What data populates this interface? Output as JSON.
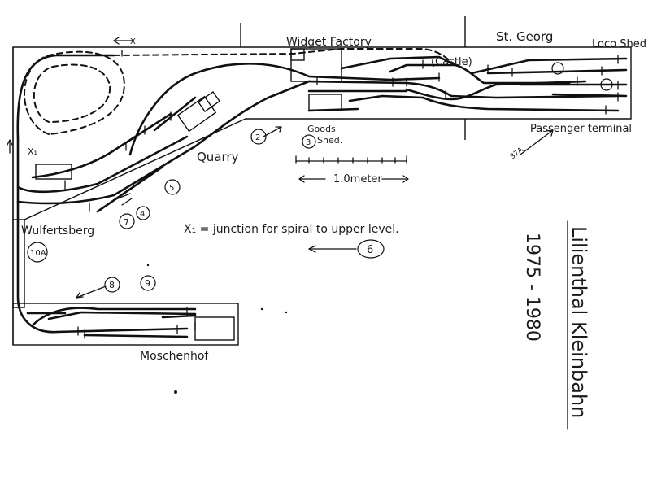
{
  "labels": {
    "widget_factory": "Widget Factory",
    "st_georg": "St. Georg",
    "loco_shed": "Loco Shed",
    "castle": "(Castle)",
    "passenger_terminal": "Passenger terminal",
    "goods_shed": "Goods\nShed.",
    "goods_shed_l1": "Goods",
    "goods_shed_l2": "Shed.",
    "quarry": "Quarry",
    "scale": "1.0meter",
    "junction_note": "X₁ = junction for spiral to upper level.",
    "wulfertsberg": "Wulfertsberg",
    "moschenhof": "Moschenhof",
    "title": "Lilienthal Kleinbahn",
    "years": "1975 - 1980",
    "x_mark": "X",
    "x1_mark": "X₁",
    "code_37a": "37A"
  },
  "markers": {
    "m2": "2",
    "m3": "3",
    "m4": "4",
    "m5": "5",
    "m6": "6",
    "m7": "7",
    "m8": "8",
    "m9": "9",
    "m10a": "10A"
  },
  "colors": {
    "ink": "#111111",
    "paper": "#ffffff"
  }
}
